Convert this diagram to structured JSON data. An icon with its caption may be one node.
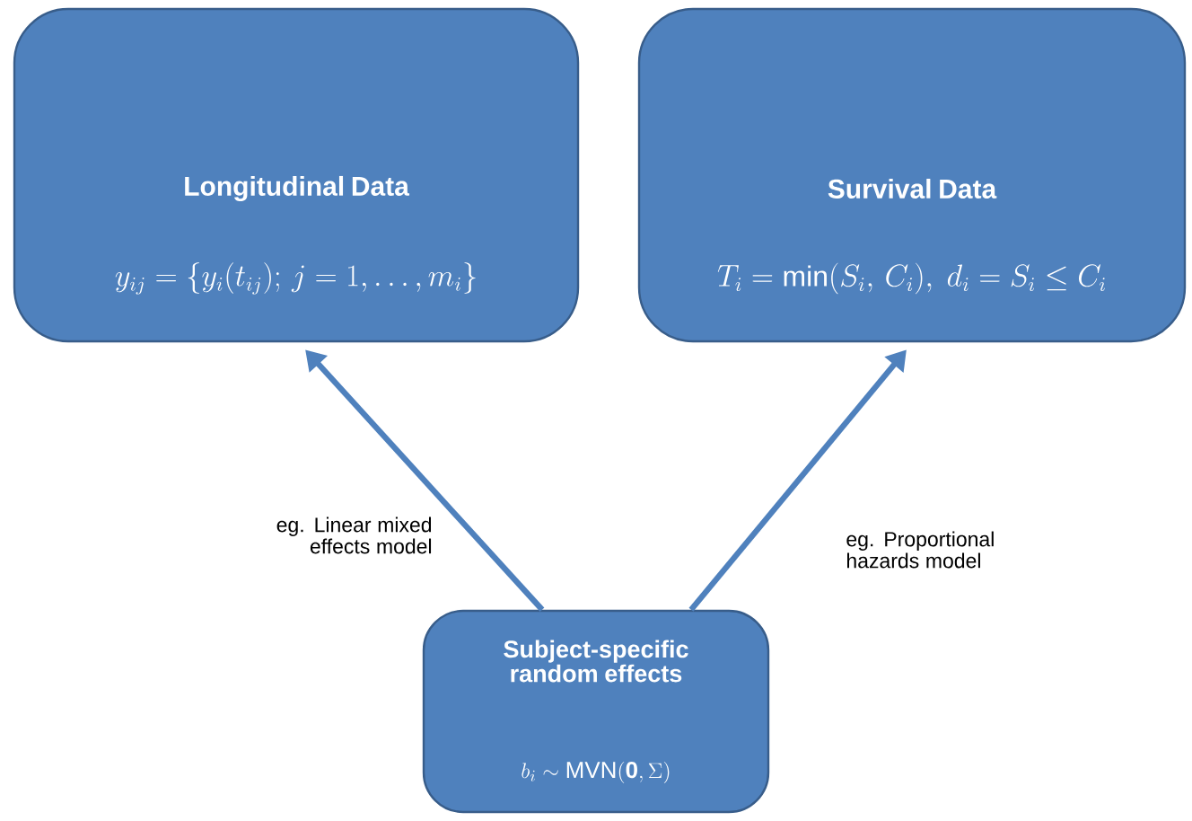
{
  "diagram": {
    "nodes": [
      {
        "text": [
          "Longitudinal Data",
          "y_{ij} = \\{y_i(t_{ij});\\, j = 1,\\ldots,m_i\\}"
        ]
      },
      {
        "text": [
          "Survival Data",
          "T_i = \\min(S_i,\\, C_i),\\ d_i = S_i \\leq C_i"
        ]
      },
      {
        "text": [
          "Subject-specific random effects",
          "b_i \\sim \\mathrm{MVN}(\\mathbf{0},\\Sigma)"
        ]
      }
    ],
    "edges": [
      {
        "from": 2,
        "to": 0,
        "arrow": "to",
        "label": "eg. Linear mixed effects model"
      },
      {
        "from": 2,
        "to": 1,
        "arrow": "to",
        "label": "eg. Proportional hazards model"
      }
    ]
  }
}
